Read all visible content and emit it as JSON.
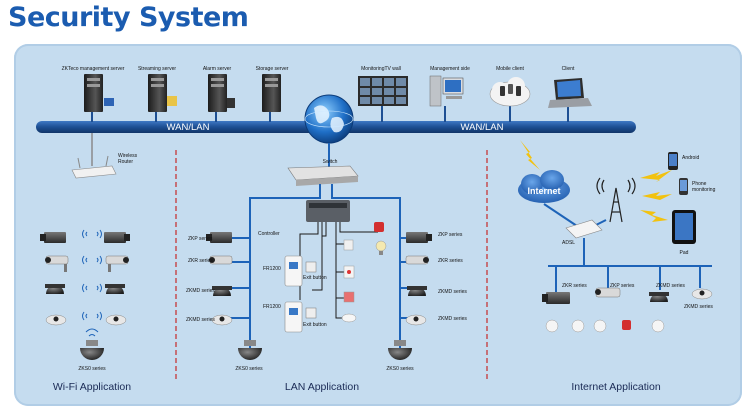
{
  "title": "Security System",
  "top_devices": {
    "zktec_server": "ZKTeco management server",
    "streaming_server": "Streaming server",
    "alarm_server": "Alarm server",
    "storage_server": "Storage server",
    "monitoring_wall": "MonitoringTV wall",
    "management_side": "Management side",
    "mobile_client": "Mobile client",
    "client": "Client"
  },
  "backbone": {
    "left_label": "WAN/LAN",
    "right_label": "WAN/LAN"
  },
  "wifi": {
    "router": "Wireless Router",
    "dome_label": "ZKS0 series",
    "section": "Wi-Fi Application"
  },
  "lan": {
    "switch": "Switch",
    "controller": "Controller",
    "fr1200_a": "FR1200",
    "fr1200_b": "FR1200",
    "exit_a": "Exit button",
    "exit_b": "Exit button",
    "left_series": [
      "ZKP series",
      "ZKR series",
      "ZKMD series",
      "ZKMD series"
    ],
    "right_series": [
      "ZKP series",
      "ZKR series",
      "ZKMD series",
      "ZKMD series"
    ],
    "dome_left": "ZKS0 series",
    "dome_right": "ZKS0 series",
    "section": "LAN Application"
  },
  "internet": {
    "cloud": "Internet",
    "adsl": "ADSL",
    "android": "Android",
    "phone": "Phone monitoring",
    "pad": "Pad",
    "series": [
      "ZKR series",
      "ZKP series",
      "ZKMD series",
      "ZKMD series"
    ],
    "section": "Internet Application"
  },
  "colors": {
    "title": "#1b5cb0",
    "panel": "#c5dcef",
    "backbone": "#1d4f93",
    "wire": "#1d63b8",
    "divider": "#c62828",
    "bolt": "#f2c20f"
  }
}
